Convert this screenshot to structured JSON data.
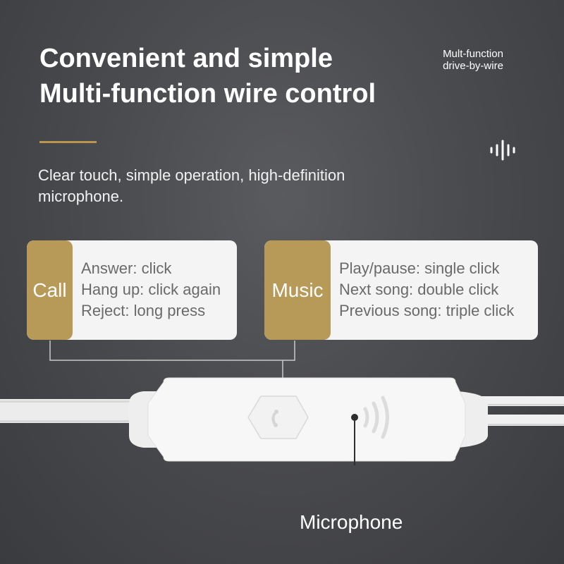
{
  "heading": {
    "line1": "Convenient and simple",
    "line2": "Multi-function wire control"
  },
  "side_note": {
    "line1": "Mult-function",
    "line2": "drive-by-wire"
  },
  "subtitle": "Clear touch, simple operation, high-definition microphone.",
  "call_card": {
    "tag": "Call",
    "lines": [
      "Answer: click",
      "Hang up: click again",
      "Reject: long press"
    ]
  },
  "music_card": {
    "tag": "Music",
    "lines": [
      "Play/pause: single click",
      "Next song: double click",
      "Previous song: triple click"
    ]
  },
  "microphone_label": "Microphone",
  "colors": {
    "accent_gold": "#b89a58",
    "background": "#4a4b4f",
    "card_background": "#f4f4f4",
    "card_text": "#6a6a6a"
  },
  "icons": [
    "sound-wave-icon",
    "phone-icon",
    "microphone-waves-icon"
  ]
}
